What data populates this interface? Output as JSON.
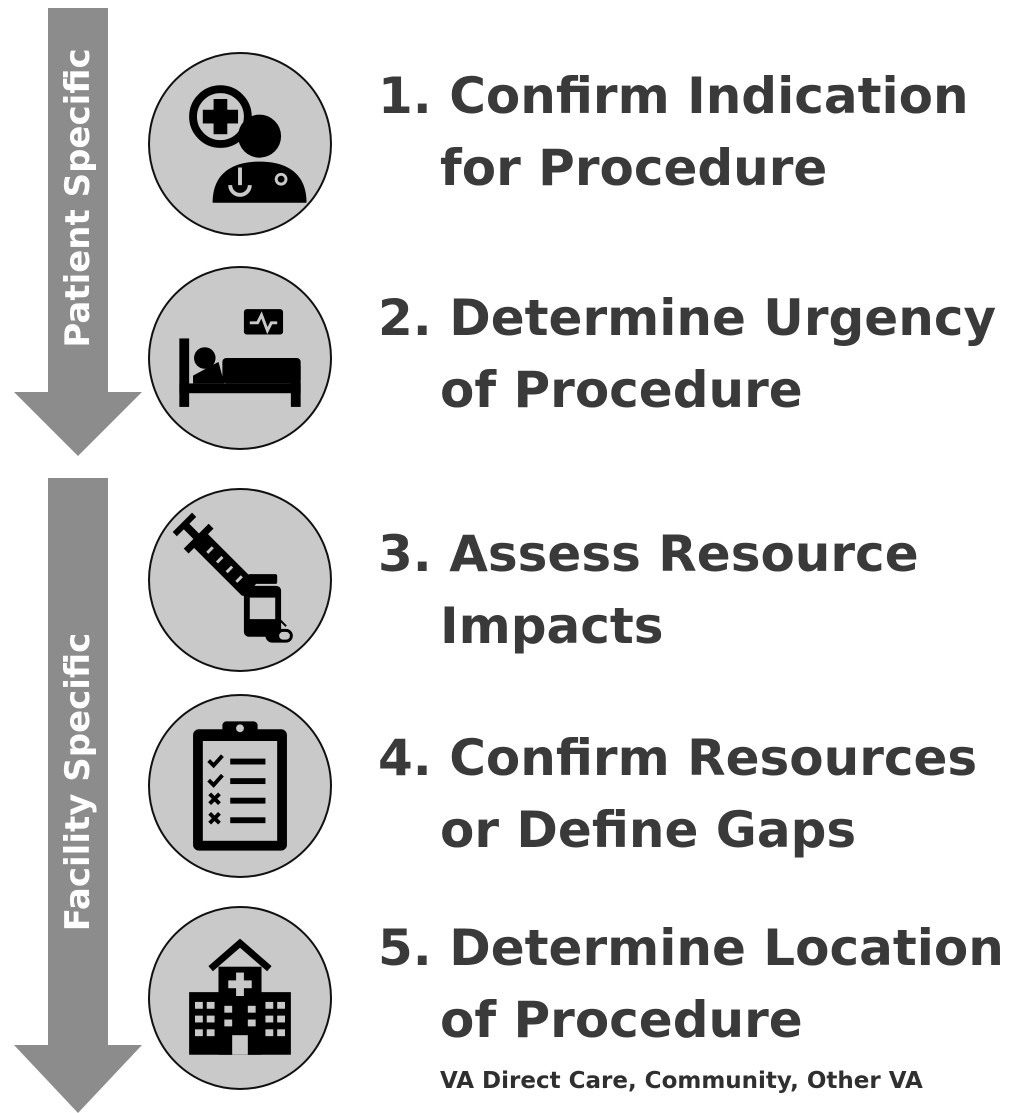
{
  "colors": {
    "arrow": "#8c8c8c",
    "circle": "#c9c9c9",
    "icon": "#000000",
    "text": "#3a3a3a"
  },
  "phases": [
    {
      "label": "Patient Specific"
    },
    {
      "label": "Facility Specific"
    }
  ],
  "steps": [
    {
      "number": "1.",
      "line1": "Confirm Indication",
      "line2": "for Procedure",
      "icon": "doctor-icon"
    },
    {
      "number": "2.",
      "line1": "Determine Urgency",
      "line2": "of Procedure",
      "icon": "hospital-bed-icon"
    },
    {
      "number": "3.",
      "line1": "Assess Resource",
      "line2": "Impacts",
      "icon": "syringe-medication-icon"
    },
    {
      "number": "4.",
      "line1": "Confirm Resources",
      "line2": "or Define Gaps",
      "icon": "clipboard-checklist-icon"
    },
    {
      "number": "5.",
      "line1": "Determine Location",
      "line2": "of Procedure",
      "icon": "hospital-building-icon"
    }
  ],
  "location_options": "VA Direct Care, Community, Other VA"
}
